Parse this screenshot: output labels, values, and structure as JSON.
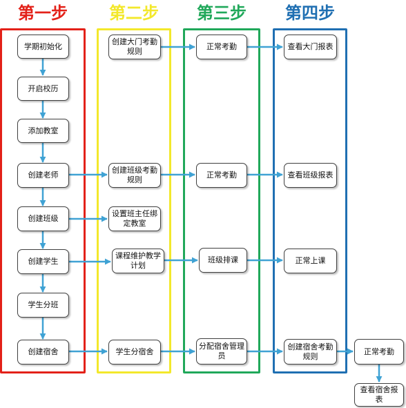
{
  "colors": {
    "step1": "#e32119",
    "step2": "#f3e82b",
    "step3": "#20a85a",
    "step4": "#1f6fb2",
    "arrow": "#3fa2d4"
  },
  "steps": {
    "step1": "第一步",
    "step2": "第二步",
    "step3": "第三步",
    "step4": "第四步"
  },
  "nodes": {
    "init_term": "学期初始化",
    "enable_calendar": "开启校历",
    "add_classroom": "添加教室",
    "create_teacher": "创建老师",
    "create_class": "创建班级",
    "create_student": "创建学生",
    "assign_student_class": "学生分班",
    "create_dorm": "创建宿舍",
    "create_gate_rule": "创建大门考勤规则",
    "create_class_rule": "创建班级考勤规则",
    "set_head_teacher": "设置班主任绑定教室",
    "course_plan": "课程维护教学计划",
    "assign_student_dorm": "学生分宿舍",
    "attendance_gate": "正常考勤",
    "attendance_class": "正常考勤",
    "class_schedule": "班级排课",
    "assign_dorm_manager": "分配宿舍管理员",
    "view_gate_report": "查看大门报表",
    "view_class_report": "查看班级报表",
    "normal_class": "正常上课",
    "create_dorm_rule": "创建宿舍考勤规则",
    "attendance_dorm": "正常考勤",
    "view_dorm_report": "查看宿舍报表"
  }
}
